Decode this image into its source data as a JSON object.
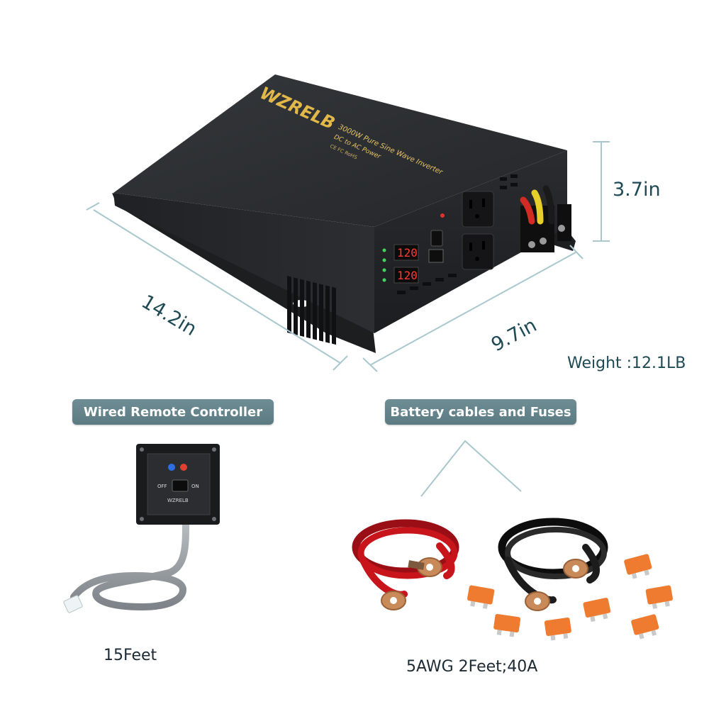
{
  "product": {
    "brand": "WZRELB",
    "model_text": "3000W Pure Sine Wave Inverter",
    "sub_text": "DC to AC Power",
    "marks": "CE FC RoHS",
    "display_value_top": "120",
    "display_value_bottom": "120"
  },
  "dimensions": {
    "length": "14.2in",
    "width": "9.7in",
    "height": "3.7in",
    "weight": "Weight :12.1LB"
  },
  "accessories": {
    "remote": {
      "title": "Wired Remote Controller",
      "caption": "15Feet",
      "off_label": "OFF",
      "on_label": "ON",
      "brand": "WZRELB"
    },
    "cables": {
      "title": "Battery cables and Fuses",
      "caption": "5AWG 2Feet;40A"
    }
  },
  "colors": {
    "accent_teal": "#5d7c83",
    "text_dark_teal": "#1e4a55",
    "inverter_body": "#26282b",
    "cable_red": "#c8141b",
    "cable_black": "#1c1c1c",
    "fuse_orange": "#ee7b30",
    "lug_copper": "#c98a5a"
  }
}
